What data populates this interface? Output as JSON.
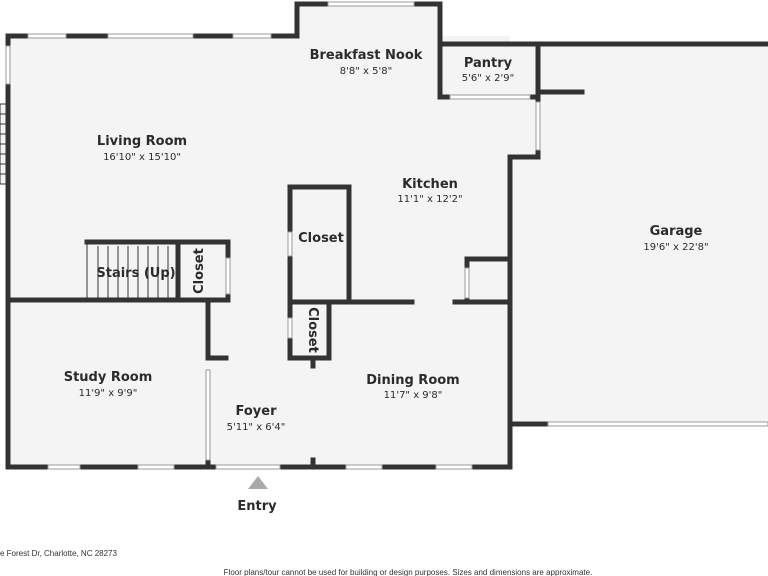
{
  "rooms": {
    "breakfast_nook": {
      "name": "Breakfast Nook",
      "dim": "8'8\" x 5'8\""
    },
    "pantry": {
      "name": "Pantry",
      "dim": "5'6\" x 2'9\""
    },
    "living_room": {
      "name": "Living Room",
      "dim": "16'10\" x 15'10\""
    },
    "kitchen": {
      "name": "Kitchen",
      "dim": "11'1\" x 12'2\""
    },
    "garage": {
      "name": "Garage",
      "dim": "19'6\" x 22'8\""
    },
    "closet_upper": {
      "name": "Closet"
    },
    "closet_lower": {
      "name": "Closet"
    },
    "closet_stairs": {
      "name": "Closet"
    },
    "stairs": {
      "name": "Stairs (Up)"
    },
    "study_room": {
      "name": "Study Room",
      "dim": "11'9\" x 9'9\""
    },
    "dining_room": {
      "name": "Dining Room",
      "dim": "11'7\" x 9'8\""
    },
    "foyer": {
      "name": "Foyer",
      "dim": "5'11\" x 6'4\""
    }
  },
  "entry": {
    "label": "Entry"
  },
  "footer": {
    "address": "e Forest Dr, Charlotte, NC 28273",
    "disclaimer": "Floor plans/tour cannot be used for building or design purposes. Sizes and dimensions are approximate."
  },
  "colors": {
    "wall": "#333333",
    "floor": "#f4f4f4",
    "window": "#ffffff",
    "label": "#2b2b2b"
  }
}
